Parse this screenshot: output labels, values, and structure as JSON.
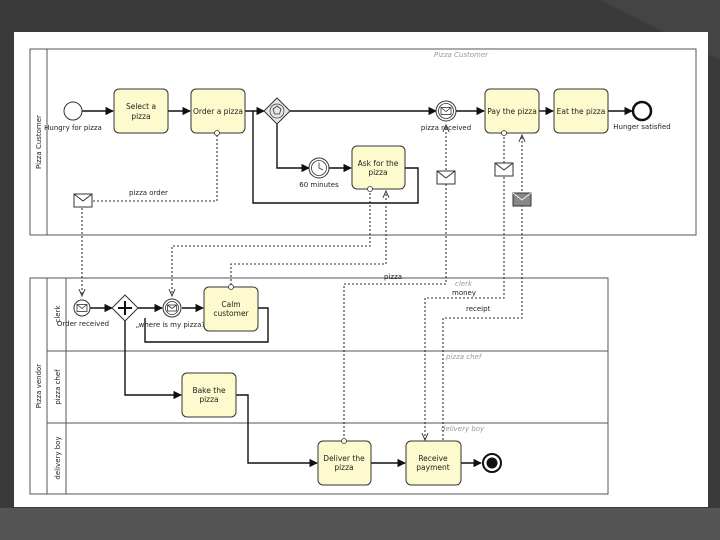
{
  "pools": {
    "customer": {
      "label": "Pizza Customer",
      "watermark": "Pizza Customer"
    },
    "vendor": {
      "label": "Pizza vendor",
      "lanes": [
        {
          "label": "clerk",
          "watermark": "clerk"
        },
        {
          "label": "pizza chef",
          "watermark": "pizza chef"
        },
        {
          "label": "delivery boy",
          "watermark": "delivery boy"
        }
      ]
    }
  },
  "tasks": {
    "select": {
      "line1": "Select a",
      "line2": "pizza"
    },
    "order": {
      "line1": "Order a pizza"
    },
    "ask": {
      "line1": "Ask for the",
      "line2": "pizza"
    },
    "pay": {
      "line1": "Pay the pizza"
    },
    "eat": {
      "line1": "Eat the pizza"
    },
    "calm": {
      "line1": "Calm",
      "line2": "customer"
    },
    "bake": {
      "line1": "Bake the",
      "line2": "pizza"
    },
    "deliver": {
      "line1": "Deliver the",
      "line2": "pizza"
    },
    "receive": {
      "line1": "Receive",
      "line2": "payment"
    }
  },
  "events": {
    "start": "Hungry for pizza",
    "timer": "60 minutes",
    "pizza_received": "pizza received",
    "end": "Hunger satisfied",
    "order_received": "Order received",
    "where_is_pizza": "„where is my pizza?\""
  },
  "messages": {
    "pizza_order": "pizza order",
    "pizza": "pizza",
    "money": "money",
    "receipt": "receipt"
  },
  "colors": {
    "task_fill": "#fdfbcd",
    "background": "#3a3a3a",
    "canvas": "#ffffff"
  }
}
